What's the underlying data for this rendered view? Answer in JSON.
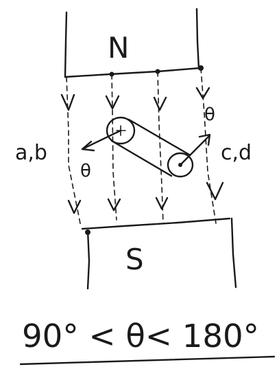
{
  "magnet_top": {
    "label": "N"
  },
  "magnet_bottom": {
    "label": "S"
  },
  "coil_left": {
    "label": "a,b"
  },
  "coil_right": {
    "label": "c,d"
  },
  "angle_symbol_left": "θ",
  "angle_symbol_right": "θ",
  "condition": "90° < θ< 180°",
  "ink_color": "#1a1a1a"
}
